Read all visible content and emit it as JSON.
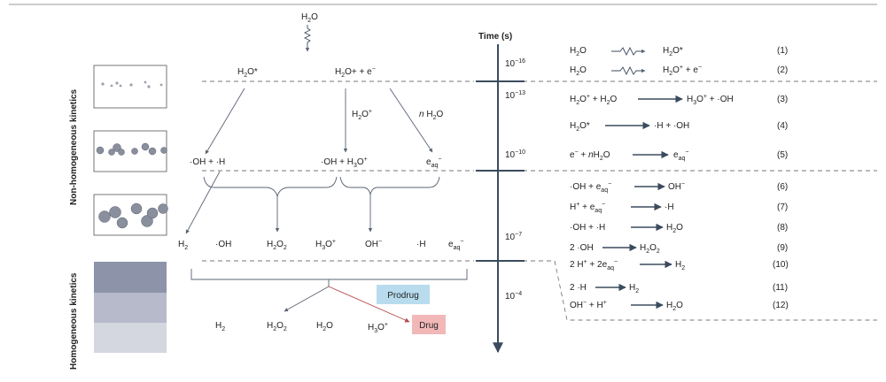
{
  "labels": {
    "time_axis": "Time (s)",
    "side_top": "Non-homogeneous kinetics",
    "side_bottom": "Homogeneous kinetics",
    "prodrug": "Prodrug",
    "drug": "Drug",
    "tick_10": "10",
    "tick_exp": [
      "−16",
      "−13",
      "−10",
      "−7",
      "−4"
    ]
  },
  "colors": {
    "axis": "#3b4b5e",
    "prodrug_bg": "#b8dcee",
    "drug_bg": "#f2b8b8",
    "drug_arrow": "#b54a4a",
    "homog_band_1": "#8d93a8",
    "homog_band_2": "#b6bacb",
    "homog_band_3": "#d4d6e0",
    "particle": "#8a8f9e"
  },
  "reactions": [
    {
      "num": "(1)"
    },
    {
      "num": "(2)"
    },
    {
      "num": "(3)"
    },
    {
      "num": "(4)"
    },
    {
      "num": "(5)"
    },
    {
      "num": "(6)"
    },
    {
      "num": "(7)"
    },
    {
      "num": "(8)"
    },
    {
      "num": "(9)"
    },
    {
      "num": "(10)"
    },
    {
      "num": "(11)"
    },
    {
      "num": "(12)"
    }
  ]
}
